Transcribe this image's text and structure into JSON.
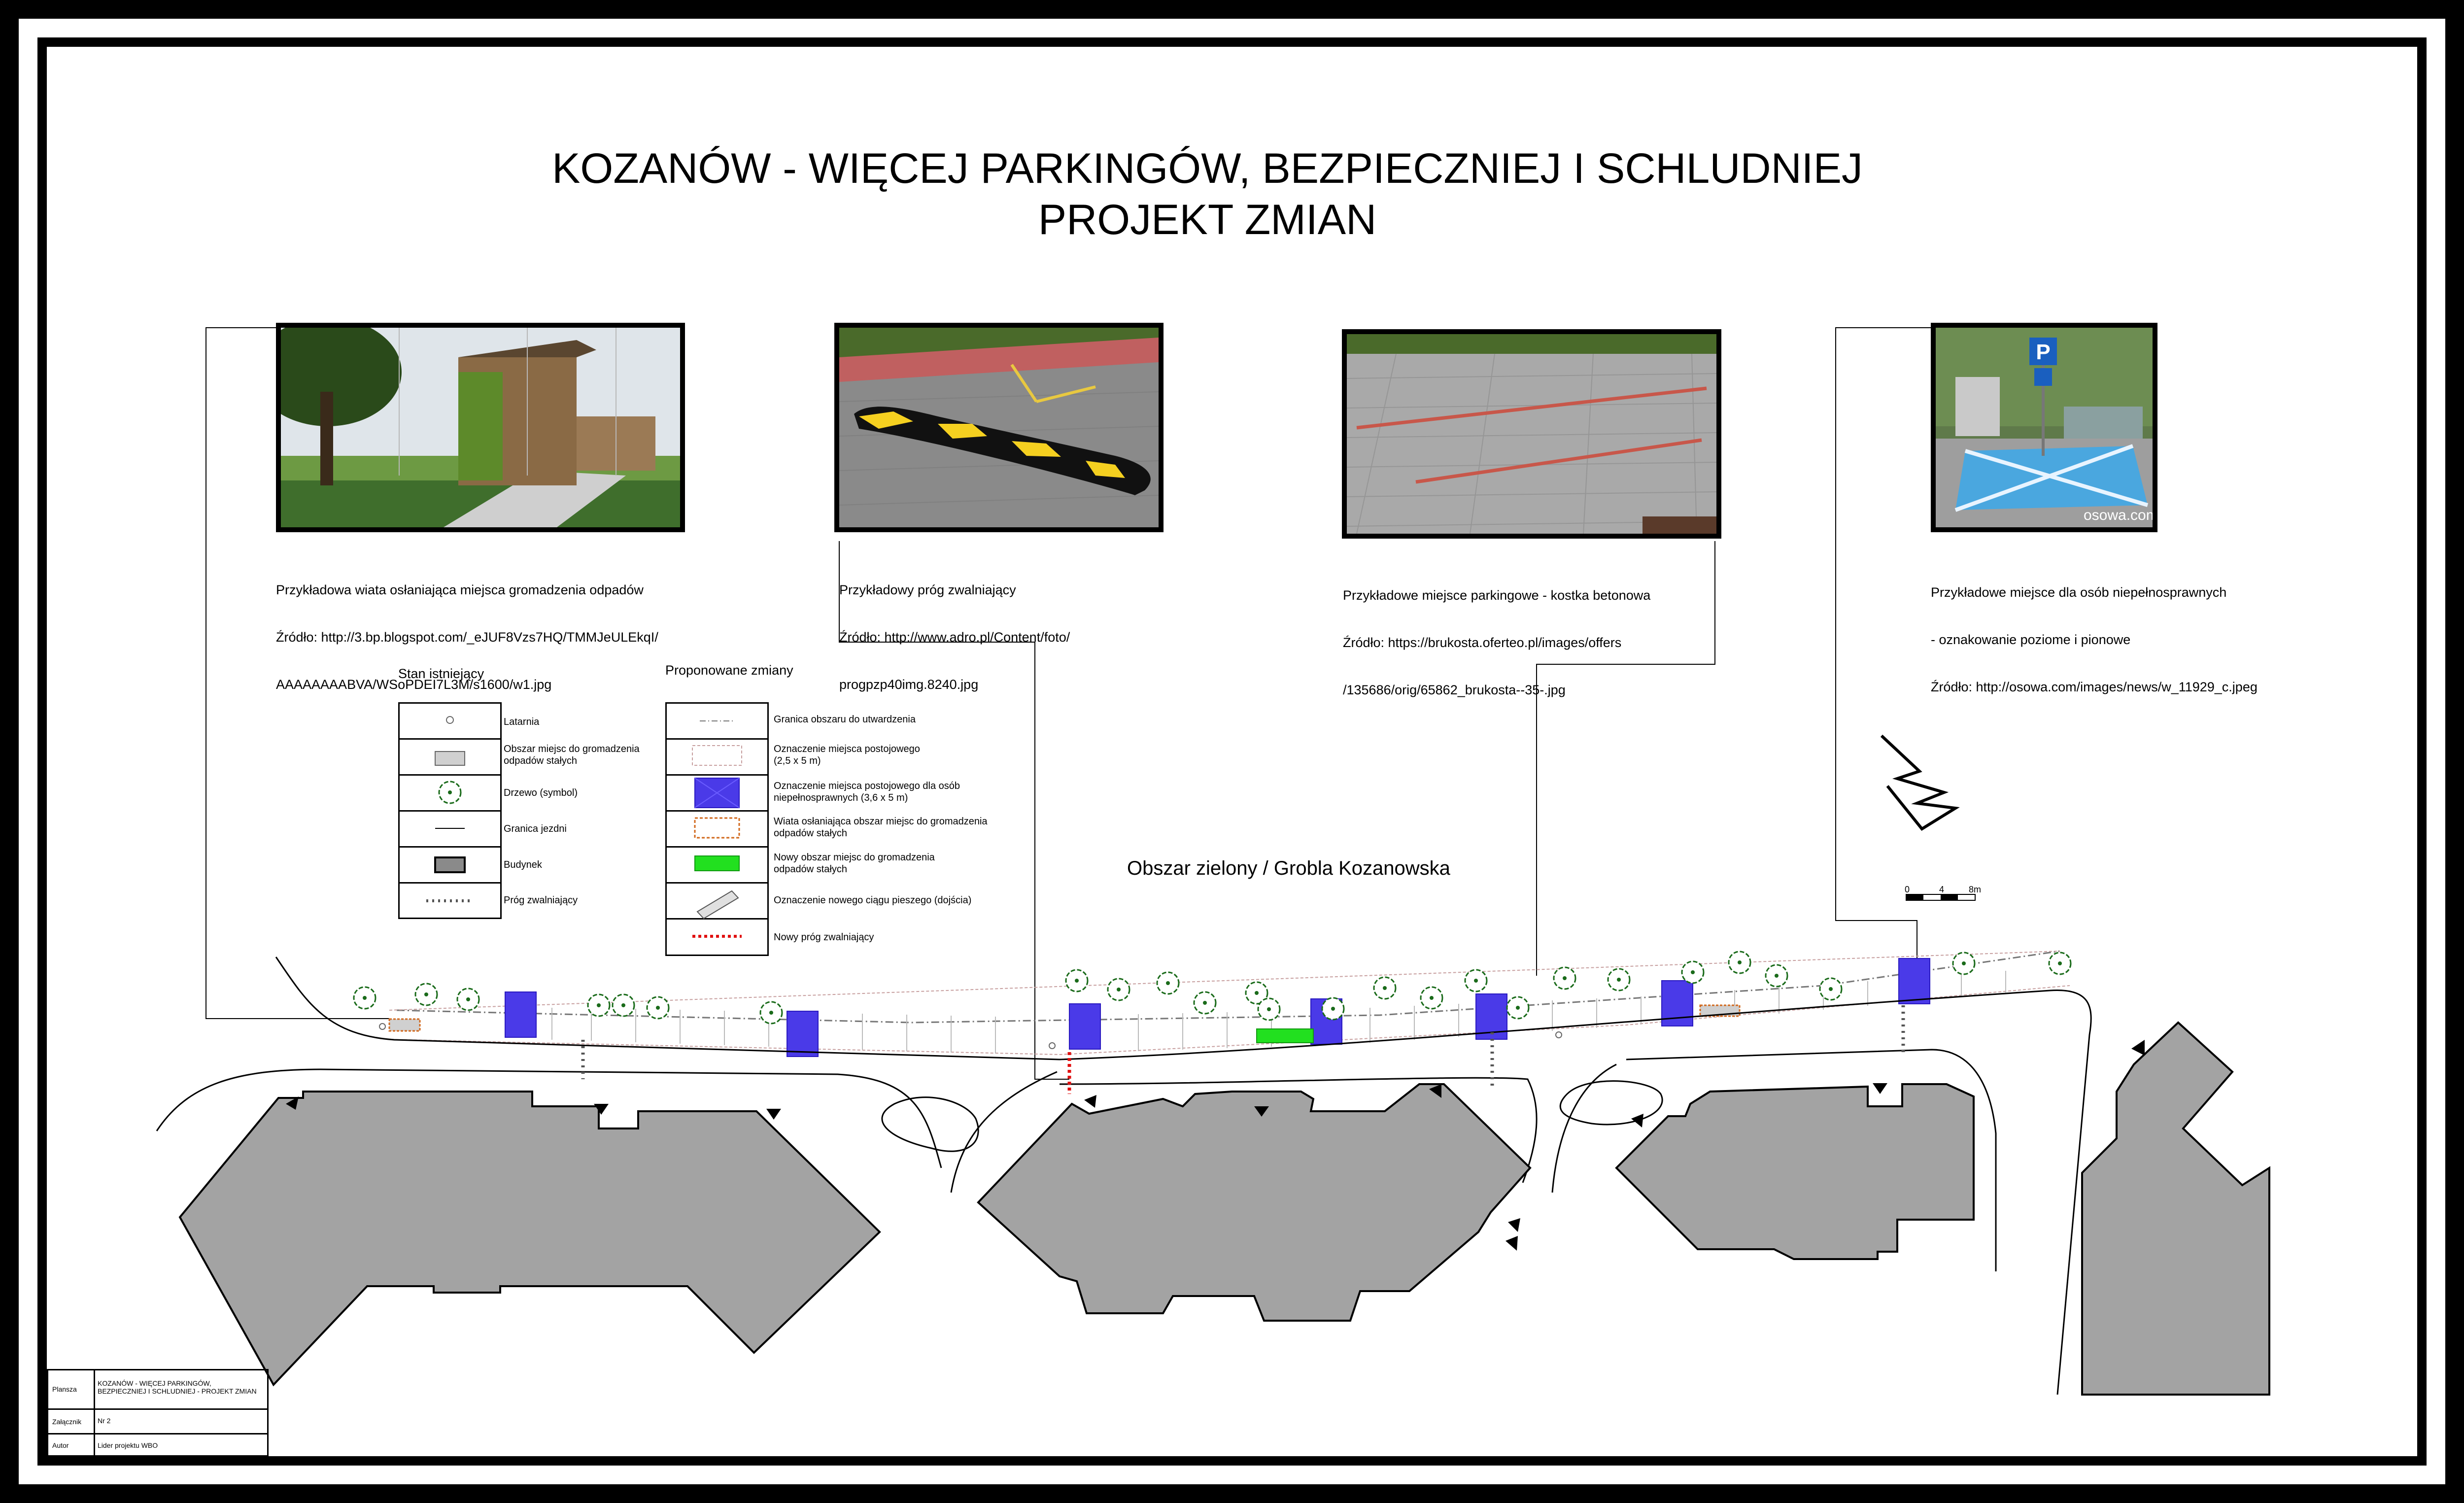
{
  "title": {
    "line1": "KOZANÓW - WIĘCEJ PARKINGÓW, BEZPIECZNIEJ I SCHLUDNIEJ",
    "line2": "PROJEKT ZMIAN"
  },
  "photos": [
    {
      "caption": [
        "Przykładowa wiata osłaniająca miejsca gromadzenia odpadów",
        "Źródło: http://3.bp.blogspot.com/_eJUF8Vzs7HQ/TMMJeULEkqI/",
        "AAAAAAAABVA/WSoPDEI7L3M/s1600/w1.jpg"
      ]
    },
    {
      "caption": [
        "Przykładowy próg zwalniający",
        "Źródło: http://www.adro.pl/Content/foto/",
        "progpzp40img.8240.jpg"
      ]
    },
    {
      "caption": [
        "Przykładowe miejsce parkingowe - kostka betonowa",
        "Źródło: https://brukosta.oferteo.pl/images/offers",
        "/135686/orig/65862_brukosta--35-.jpg"
      ]
    },
    {
      "caption": [
        "Przykładowe miejsce dla osób niepełnosprawnych",
        "- oznakowanie poziome i pionowe",
        "Źródło: http://osowa.com/images/news/w_11929_c.jpeg"
      ],
      "watermark": "osowa.com",
      "sign_letter": "P"
    }
  ],
  "legend": {
    "existing_title": "Stan istniejący",
    "existing": [
      "Latarnia",
      "Obszar miejsc do gromadzenia\nodpadów stałych",
      "Drzewo (symbol)",
      "Granica jezdni",
      "Budynek",
      "Próg zwalniający"
    ],
    "proposed_title": "Proponowane zmiany",
    "proposed": [
      "Granica obszaru do utwardzenia",
      "Oznaczenie miejsca postojowego\n(2,5 x 5 m)",
      "Oznaczenie miejsca postojowego dla osób\nniepełnosprawnych (3,6 x 5 m)",
      "Wiata osłaniająca obszar miejsc do gromadzenia\nodpadów stałych",
      "Nowy obszar miejsc do gromadzenia\nodpadów stałych",
      "Oznaczenie nowego ciągu pieszego (dojścia)",
      "Nowy próg zwalniający"
    ]
  },
  "map": {
    "green_area_label": "Obszar zielony / Grobla Kozanowska",
    "scale": [
      "0",
      "4",
      "8m"
    ]
  },
  "colors": {
    "building": "#a3a3a3",
    "disabled_parking": "#4a3ae8",
    "new_waste_area": "#22e01f",
    "new_speed_bump": "#e01010",
    "canopy": "#d2691e",
    "tree": "#1a6b1a"
  },
  "titleblock": {
    "rows": [
      {
        "key": "Plansza",
        "value": "KOZANÓW - WIĘCEJ PARKINGÓW,\nBEZPIECZNIEJ I SCHLUDNIEJ - PROJEKT ZMIAN"
      },
      {
        "key": "Załącznik",
        "value": "Nr 2"
      },
      {
        "key": "Autor",
        "value": "Lider projektu WBO"
      }
    ]
  }
}
